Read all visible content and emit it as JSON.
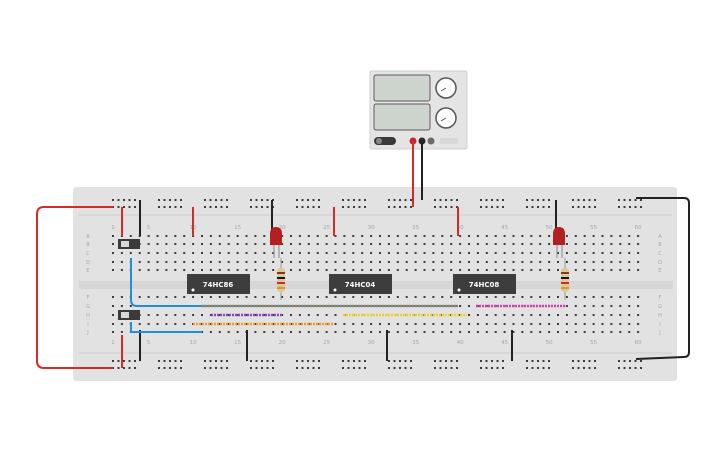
{
  "board": {
    "column_numbers": [
      "1",
      "5",
      "10",
      "15",
      "20",
      "25",
      "30",
      "35",
      "40",
      "45",
      "50",
      "55",
      "60"
    ],
    "row_letters_top": [
      "A",
      "B",
      "C",
      "D",
      "E"
    ],
    "row_letters_bottom": [
      "F",
      "G",
      "H",
      "I",
      "J"
    ]
  },
  "chips": [
    {
      "label": "74HC86"
    },
    {
      "label": "74HC04"
    },
    {
      "label": "74HC08"
    }
  ],
  "colors": {
    "board": "#e2e2e2",
    "hole": "#3c3c3c",
    "wire_red": "#d32a2a",
    "wire_black": "#222222",
    "wire_blue": "#1f8fd6",
    "wire_brown": "#a5804f",
    "wire_purple": "#8b49b6",
    "wire_orange": "#ee9a2d",
    "wire_yellow": "#efd024",
    "wire_magenta": "#d23fae",
    "chip": "#3d3d3d",
    "led": "#b3201f"
  }
}
